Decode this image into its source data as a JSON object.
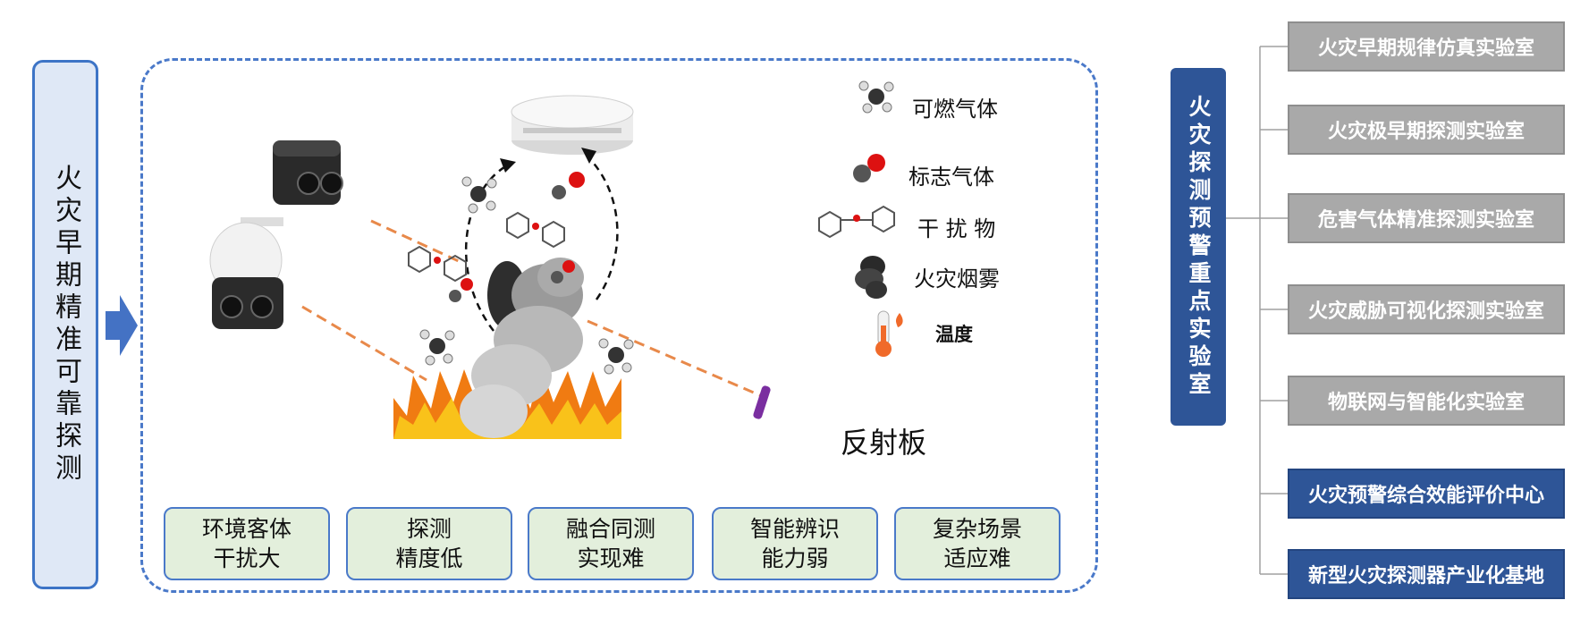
{
  "left_title": "火灾早期精准可靠探测",
  "legend": [
    {
      "label": "可燃气体",
      "icon": "methane-molecule-icon"
    },
    {
      "label": "标志气体",
      "icon": "co-molecule-icon"
    },
    {
      "label": "干 扰 物",
      "icon": "interferent-molecule-icon"
    },
    {
      "label": "火灾烟雾",
      "icon": "smoke-icon"
    },
    {
      "label": "温度",
      "icon": "thermometer-icon"
    }
  ],
  "reflector_label": "反射板",
  "challenges": [
    {
      "line1": "环境客体",
      "line2": "干扰大"
    },
    {
      "line1": "探测",
      "line2": "精度低"
    },
    {
      "line1": "融合同测",
      "line2": "实现难"
    },
    {
      "line1": "智能辨识",
      "line2": "能力弱"
    },
    {
      "line1": "复杂场景",
      "line2": "适应难"
    }
  ],
  "center_node": "火灾探测预警重点实验室",
  "labs": [
    {
      "label": "火灾早期规律仿真实验室",
      "style": "grey"
    },
    {
      "label": "火灾极早期探测实验室",
      "style": "grey"
    },
    {
      "label": "危害气体精准探测实验室",
      "style": "grey"
    },
    {
      "label": "火灾威胁可视化探测实验室",
      "style": "grey"
    },
    {
      "label": "物联网与智能化实验室",
      "style": "grey"
    },
    {
      "label": "火灾预警综合效能评价中心",
      "style": "blue"
    },
    {
      "label": "新型火灾探测器产业化基地",
      "style": "blue"
    }
  ],
  "colors": {
    "accent_blue": "#2e5597",
    "panel_border": "#4a79c9",
    "challenge_bg": "#e3efdc",
    "lab_grey": "#a9a9a9",
    "dashed_line": "#e8894a"
  }
}
